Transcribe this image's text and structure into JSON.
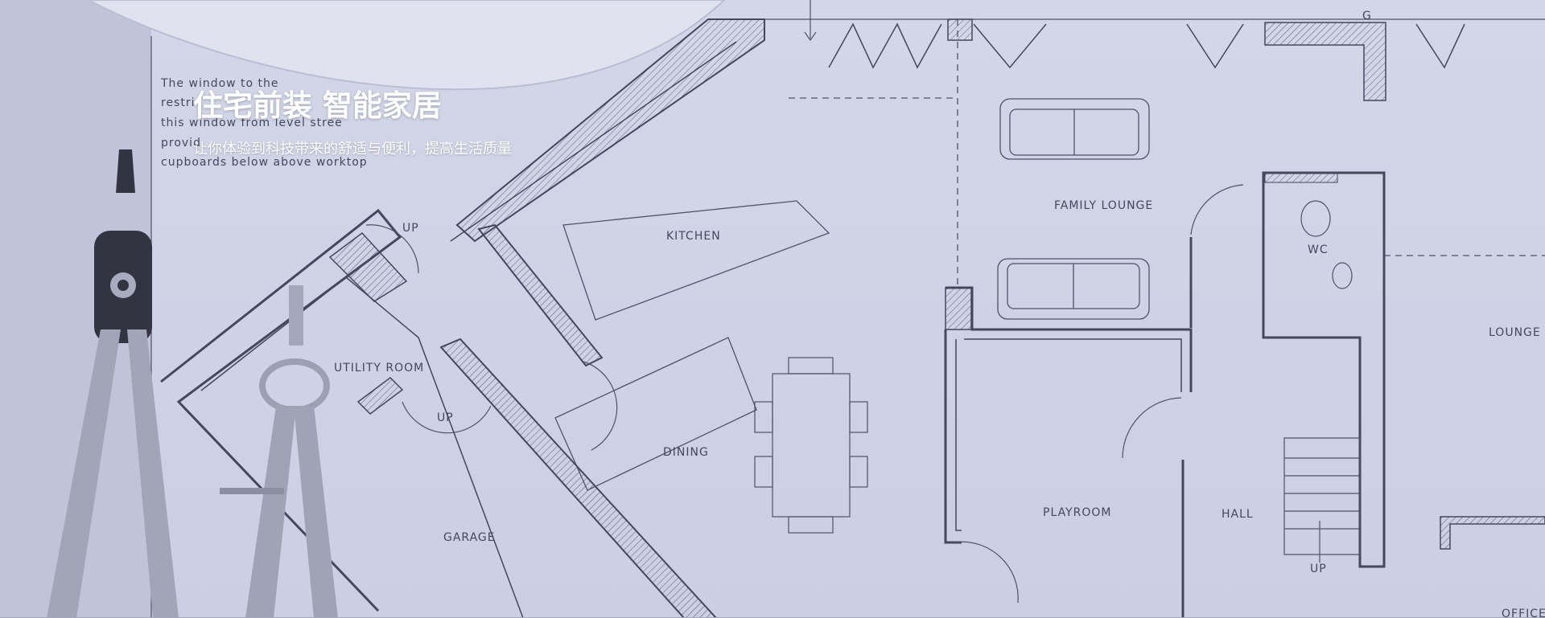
{
  "hero": {
    "title": "住宅前装 智能家居",
    "subtitle": "让你体验到科技带来的舒适与便利，提高生活质量"
  },
  "blueprint_labels": {
    "kitchen": "KITCHEN",
    "family_lounge": "FAMILY LOUNGE",
    "wc": "WC",
    "lounge": "LOUNGE",
    "utility_room": "UTILITY ROOM",
    "up_1": "UP",
    "up_2": "UP",
    "up_3": "UP",
    "dining": "DINING",
    "playroom": "PLAYROOM",
    "hall": "HALL",
    "garage": "GARAGE",
    "office": "OFFICE",
    "g": "G"
  },
  "handwritten_note": [
    "The window to the",
    "restri",
    "this window   from level stree",
    "provid",
    "cupboards below above worktop"
  ],
  "colors": {
    "background": "#d9dceb",
    "line": "#4a4d63",
    "hero_text": "#ffffff"
  }
}
